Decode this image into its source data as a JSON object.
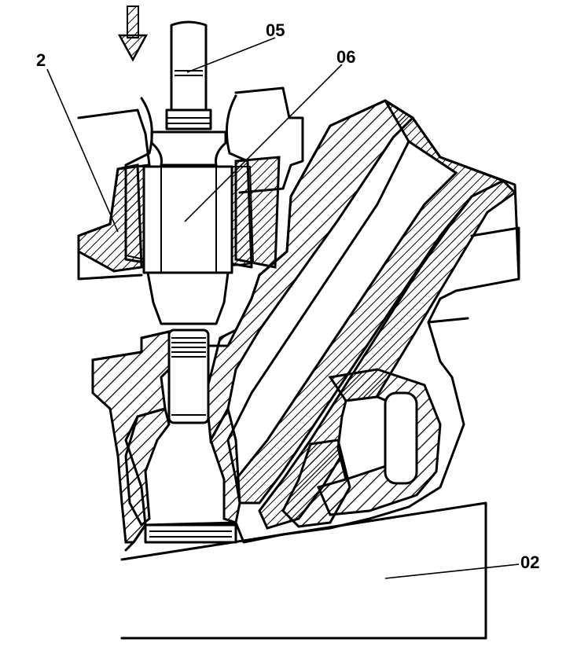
{
  "callouts": [
    {
      "id": "label-2",
      "text": "2"
    },
    {
      "id": "label-05",
      "text": "05"
    },
    {
      "id": "label-06",
      "text": "06"
    },
    {
      "id": "label-02",
      "text": "02"
    }
  ],
  "colors": {
    "ink": "#000000",
    "paper": "#ffffff"
  }
}
